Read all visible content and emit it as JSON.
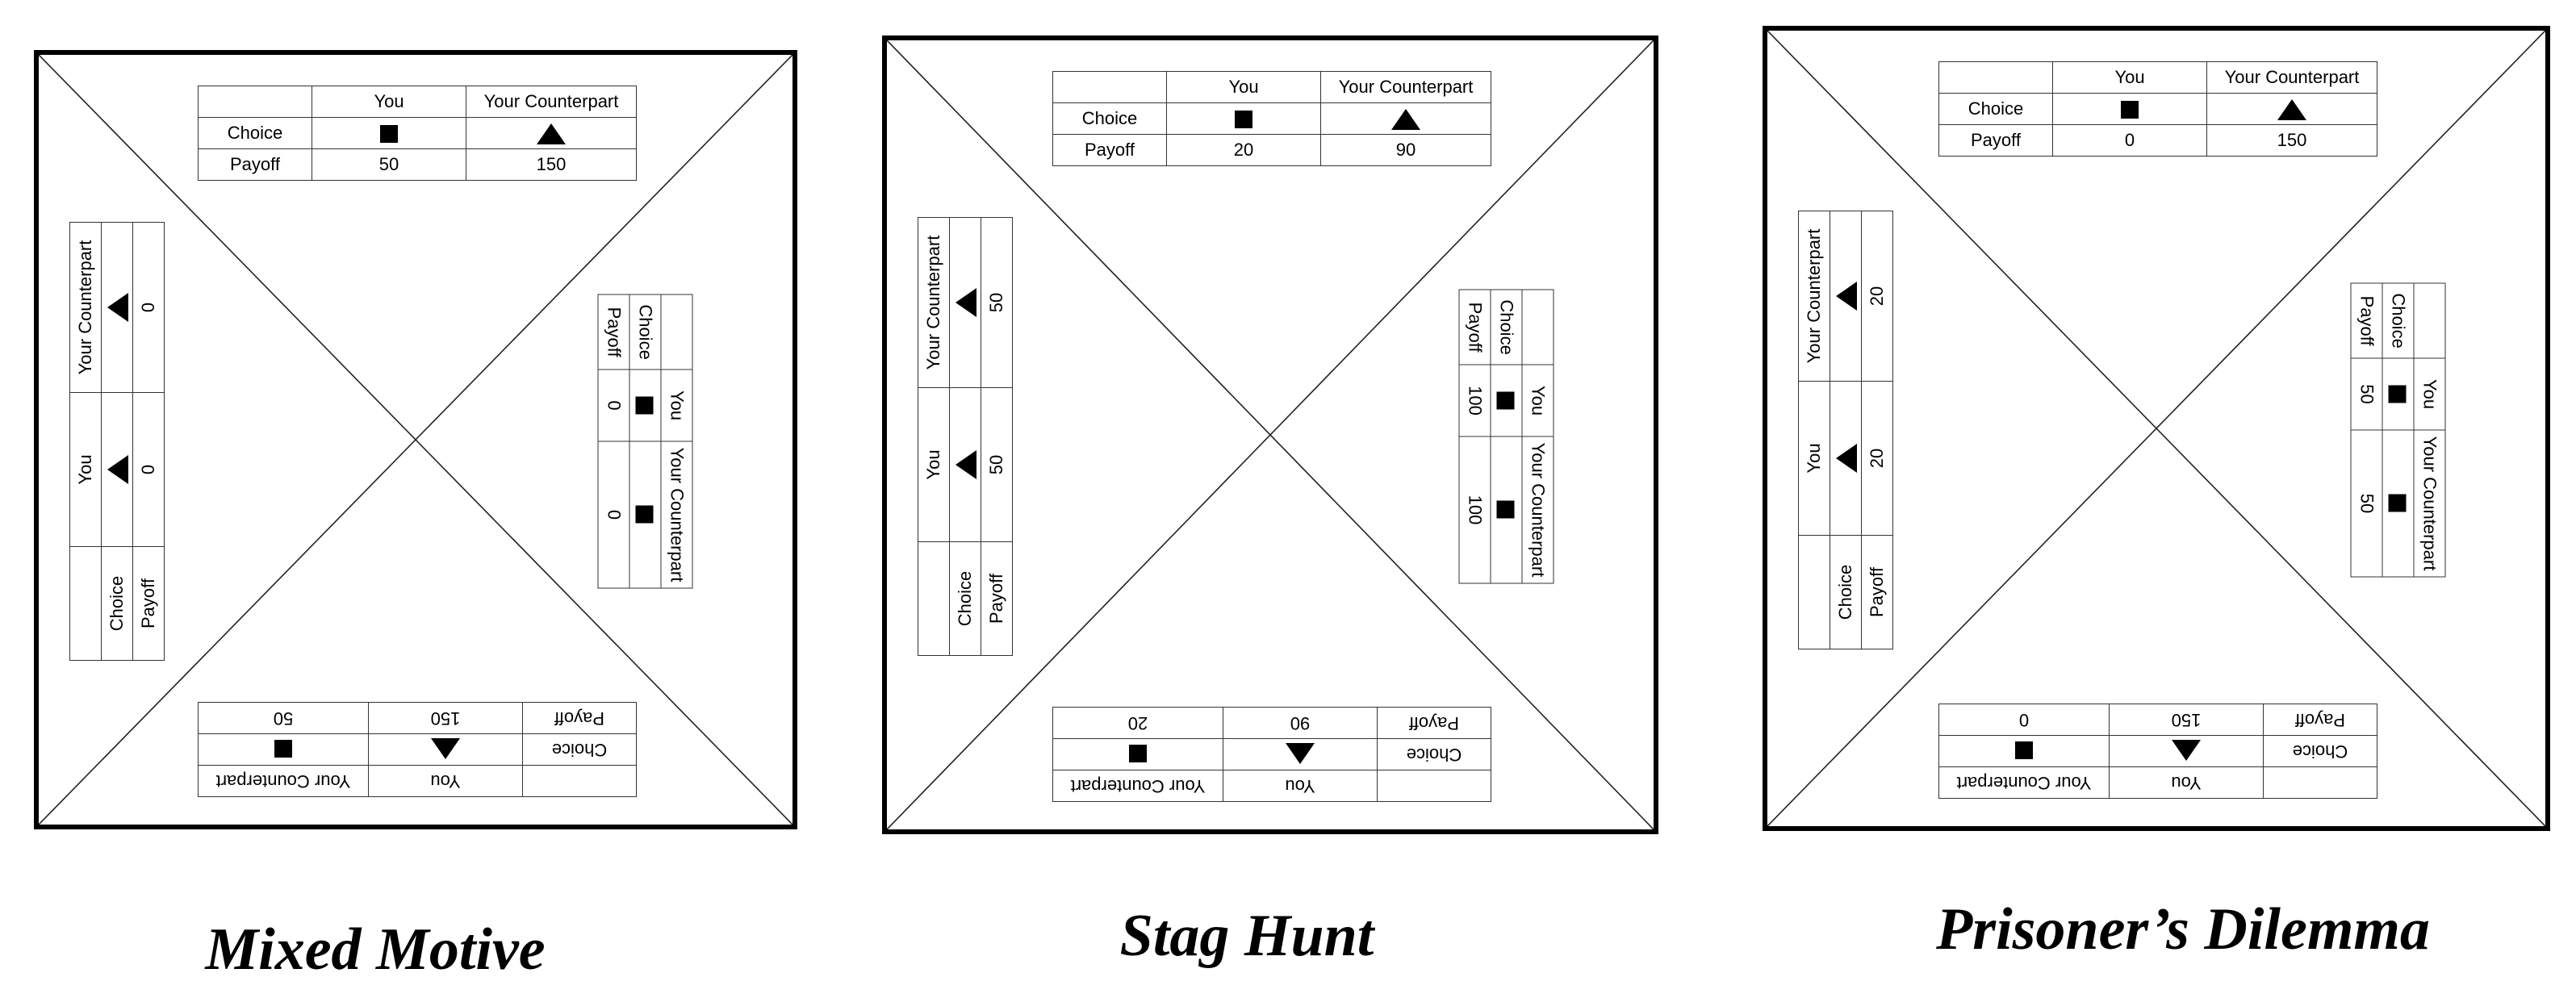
{
  "tables_header": {
    "you": "You",
    "counterpart": "Your Counterpart",
    "choice": "Choice",
    "payoff": "Payoff"
  },
  "symbols": {
    "square": "square-icon",
    "triangle": "triangle-icon"
  },
  "games": [
    {
      "caption": "Mixed Motive",
      "top": {
        "you_choice": "square",
        "cp_choice": "triangle",
        "you_payoff": "50",
        "cp_payoff": "150"
      },
      "right": {
        "you_choice": "square",
        "cp_choice": "square",
        "you_payoff": "0",
        "cp_payoff": "0"
      },
      "bottom": {
        "you_choice": "triangle",
        "cp_choice": "square",
        "you_payoff": "150",
        "cp_payoff": "50"
      },
      "left": {
        "you_choice": "triangle",
        "cp_choice": "triangle",
        "you_payoff": "0",
        "cp_payoff": "0"
      }
    },
    {
      "caption": "Stag Hunt",
      "top": {
        "you_choice": "square",
        "cp_choice": "triangle",
        "you_payoff": "20",
        "cp_payoff": "90"
      },
      "right": {
        "you_choice": "square",
        "cp_choice": "square",
        "you_payoff": "100",
        "cp_payoff": "100"
      },
      "bottom": {
        "you_choice": "triangle",
        "cp_choice": "square",
        "you_payoff": "90",
        "cp_payoff": "20"
      },
      "left": {
        "you_choice": "triangle",
        "cp_choice": "triangle",
        "you_payoff": "50",
        "cp_payoff": "50"
      }
    },
    {
      "caption": "Prisoner’s Dilemma",
      "top": {
        "you_choice": "square",
        "cp_choice": "triangle",
        "you_payoff": "0",
        "cp_payoff": "150"
      },
      "right": {
        "you_choice": "square",
        "cp_choice": "square",
        "you_payoff": "50",
        "cp_payoff": "50"
      },
      "bottom": {
        "you_choice": "triangle",
        "cp_choice": "square",
        "you_payoff": "150",
        "cp_payoff": "0"
      },
      "left": {
        "you_choice": "triangle",
        "cp_choice": "triangle",
        "you_payoff": "20",
        "cp_payoff": "20"
      }
    }
  ]
}
